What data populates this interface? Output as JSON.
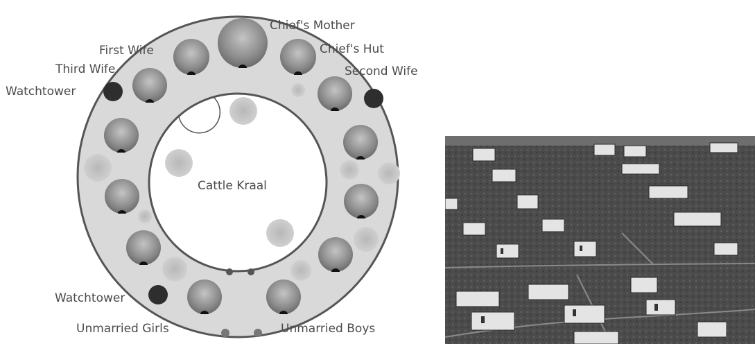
{
  "labels": {
    "chiefs_mother": "Chief's Mother",
    "chiefs_hut": "Chief's Hut",
    "first_wife": "First Wife",
    "second_wife": "Second Wife",
    "third_wife": "Third Wife",
    "watchtower_top": "Watchtower",
    "watchtower_bottom": "Watchtower",
    "cattle_kraal": "Cattle Kraal",
    "unmarried_girls": "Unmarried Girls",
    "unmarried_boys": "Unmarried Boys"
  },
  "colors": {
    "ring_fill": "#d9d9d9",
    "ring_stroke": "#555555",
    "hut": "#8a8a8a",
    "watchtower": "#2e2e2e",
    "granary": "#a9a9a9",
    "photo_ground": "#4f4f4f",
    "photo_house": "#e4e4e4"
  }
}
